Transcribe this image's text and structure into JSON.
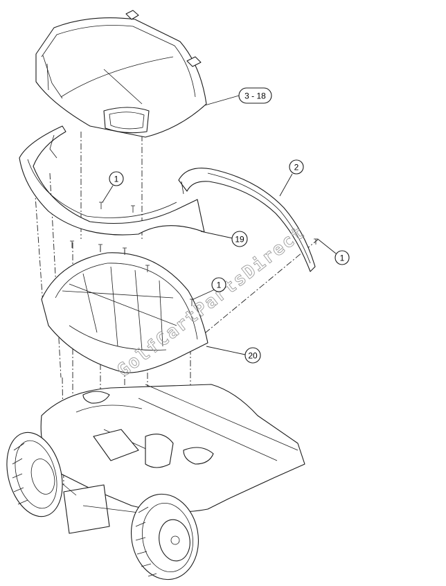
{
  "callouts": {
    "body_cowl": "3 - 18",
    "bumper_trim": "2",
    "screw_bumper": "1",
    "screw_front": "1",
    "screw_body": "1",
    "front_trim": "19",
    "front_body": "20"
  },
  "watermark": "GolfCartPartsDirect"
}
